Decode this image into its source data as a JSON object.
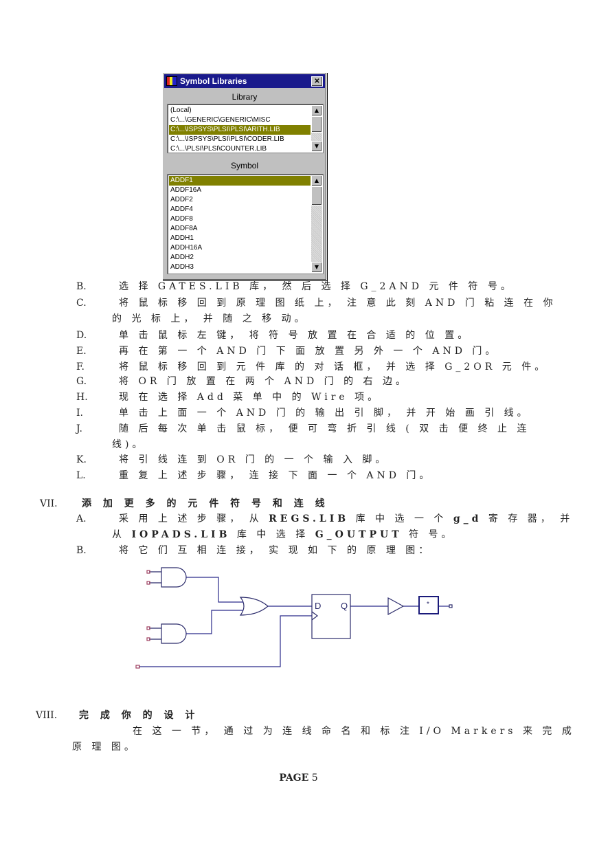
{
  "dialog": {
    "title": "Symbol Libraries",
    "close": "✕",
    "library_label": "Library",
    "libraries": [
      "(Local)",
      "C:\\...\\GENERIC\\GENERIC\\MISC",
      "C:\\...\\ISPSYS\\PLSI\\PLSI\\ARITH.LIB",
      "C:\\...\\ISPSYS\\PLSI\\PLSI\\CODER.LIB",
      "C:\\...\\PLSI\\PLSI\\COUNTER.LIB"
    ],
    "symbol_label": "Symbol",
    "symbols": [
      "ADDF1",
      "ADDF16A",
      "ADDF2",
      "ADDF4",
      "ADDF8",
      "ADDF8A",
      "ADDH1",
      "ADDH16A",
      "ADDH2",
      "ADDH3"
    ]
  },
  "steps_vi": [
    {
      "letter": "B.",
      "text": "选 择 GATES.LIB  库， 然 后 选 择 G_2AND  元 件 符 号。"
    },
    {
      "letter": "C.",
      "text": "将 鼠 标 移 回 到 原 理 图 纸 上， 注 意 此 刻 AND 门 粘 连 在 你",
      "cont": "的 光 标 上， 并 随 之 移 动。"
    },
    {
      "letter": "D.",
      "text": "单 击 鼠 标 左 键， 将 符 号 放 置 在 合 适 的 位 置。"
    },
    {
      "letter": "E.",
      "text": "再 在 第 一 个 AND 门 下 面 放 置 另 外 一 个 AND 门。"
    },
    {
      "letter": "F.",
      "text": "将 鼠 标 移 回 到 元 件 库 的 对 话 框， 并 选 择 G_2OR 元 件。"
    },
    {
      "letter": "G.",
      "text": "将 OR 门 放 置 在 两 个 AND 门 的 右 边。"
    },
    {
      "letter": "H.",
      "text": "现 在 选 择 Add  菜 单 中 的 Wire 项。"
    },
    {
      "letter": "I.",
      "text": "单 击 上 面 一 个 AND 门 的 输 出 引 脚， 并 开 始 画 引 线。"
    },
    {
      "letter": "J.",
      "text": "随 后 每 次 单 击 鼠 标， 便 可 弯 折 引 线 ( 双 击 便 终 止 连",
      "cont": "线)。"
    },
    {
      "letter": "K.",
      "text": "将 引 线 连 到 OR 门 的 一 个 输 入 脚。"
    },
    {
      "letter": "L.",
      "text": "重 复 上 述 步 骤， 连 接 下 面 一 个 AND 门。"
    }
  ],
  "section_vii": {
    "num": "VII.",
    "title": "添 加 更 多 的 元 件 符 号 和 连 线",
    "a_letter": "A.",
    "a_p1": "采 用 上 述 步 骤， 从 ",
    "a_b1": "REGS.LIB",
    "a_p2": "  库 中 选 一 个 ",
    "a_b2": "g_d",
    "a_p3": "  寄 存 器， 并",
    "a2_p1": "从  ",
    "a2_b1": "IOPADS.LIB",
    "a2_p2": "  库 中 选 择 ",
    "a2_b2": "G_OUTPUT",
    "a2_p3": "  符 号。",
    "b_letter": "B.",
    "b_text": "将 它 们 互 相 连 接， 实 现 如 下 的 原 理 图："
  },
  "schematic": {
    "d_label": "D",
    "q_label": "Q",
    "marker": "*"
  },
  "section_viii": {
    "num": "VIII.",
    "title": "完 成 你 的 设 计",
    "line1": "在 这 一 节， 通 过 为 连 线 命 名 和 标 注 I/O Markers 来 完 成",
    "line2": "原 理 图。"
  },
  "footer": {
    "label": "PAGE",
    "number": "5"
  }
}
